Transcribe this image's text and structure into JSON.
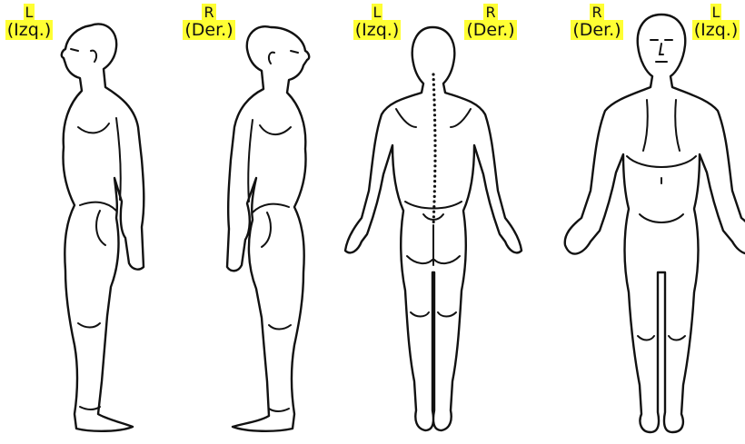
{
  "colors": {
    "highlight": "#ffff33",
    "outline": "#111111",
    "background": "#ffffff"
  },
  "labels": {
    "side_left": {
      "letter": "L",
      "word": "(Izq.)"
    },
    "side_right": {
      "letter": "R",
      "word": "(Der.)"
    },
    "back_left": {
      "letter": "L",
      "word": "(Izq.)"
    },
    "back_right": {
      "letter": "R",
      "word": "(Der.)"
    },
    "front_right": {
      "letter": "R",
      "word": "(Der.)"
    },
    "front_left": {
      "letter": "L",
      "word": "(Izq.)"
    }
  }
}
